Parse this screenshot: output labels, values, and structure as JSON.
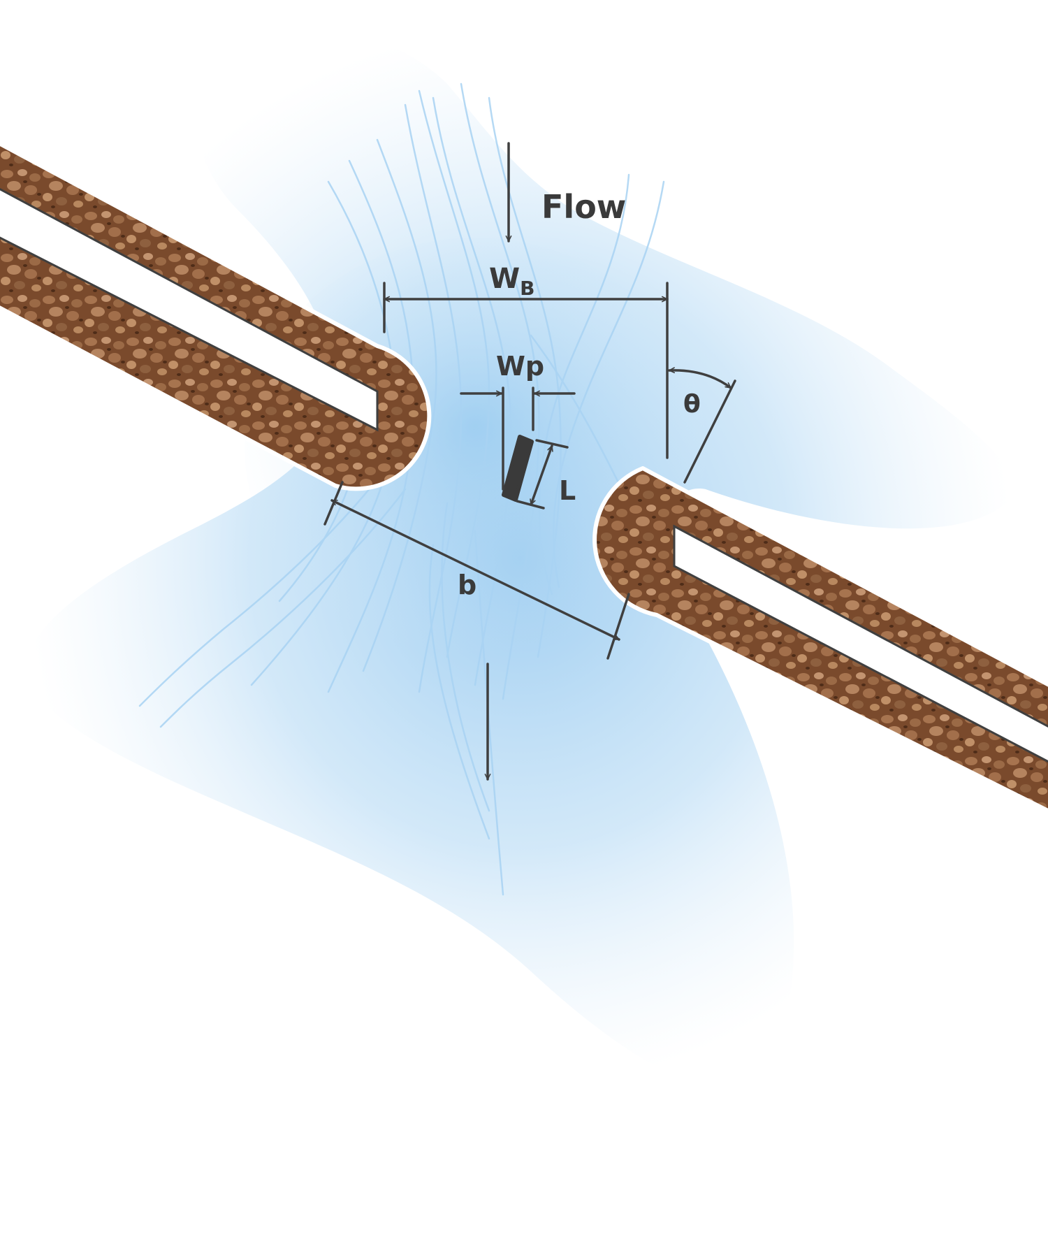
{
  "labels": {
    "flow": "Flow",
    "wb_main": "W",
    "wb_sub": "B",
    "wp": "Wp",
    "l": "L",
    "theta": "θ",
    "b": "b"
  },
  "colors": {
    "water": "#7fbdec",
    "stream": "#a9d3f3",
    "soil_base": "#8a5a3a",
    "soil_dark": "#5a3520",
    "soil_light": "#b98a67",
    "line": "#3f3f3f",
    "pile": "#3a3a3a"
  },
  "icons": {
    "flow_arrow": "arrow-down-icon"
  }
}
